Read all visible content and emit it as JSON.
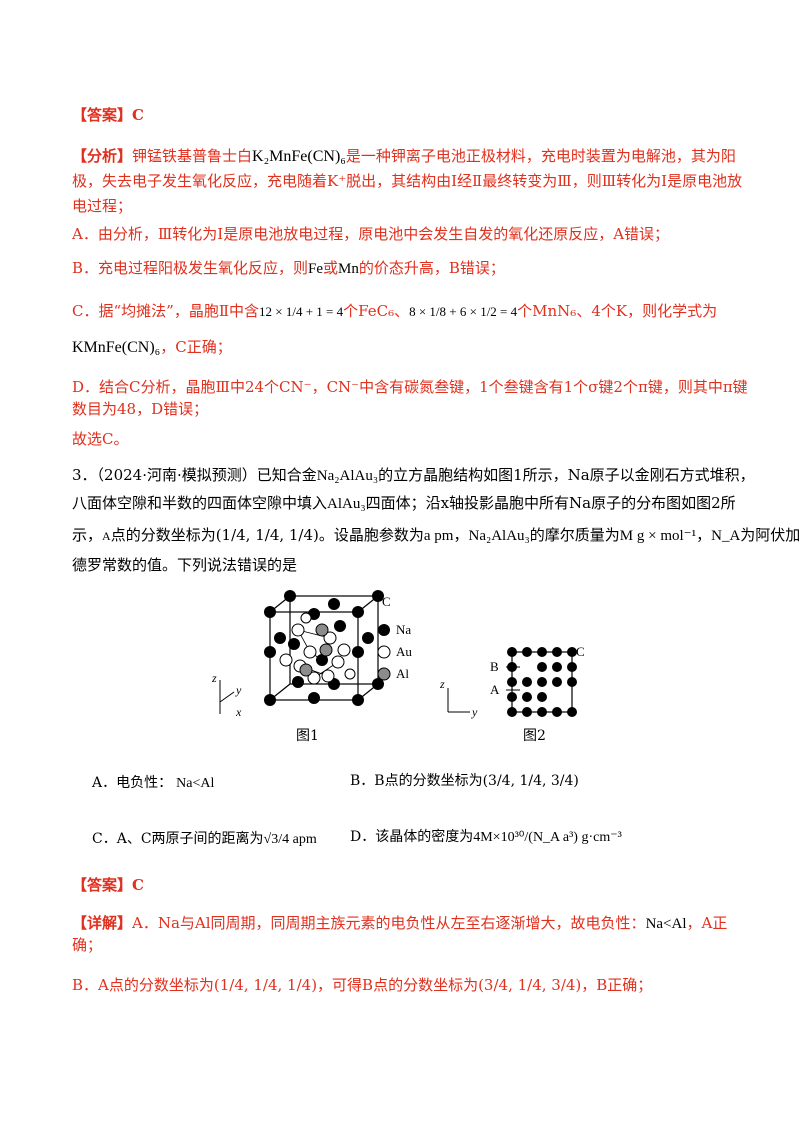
{
  "block1": {
    "answer_tag": "【答案】",
    "answer_value": "C",
    "analysis_tag": "【分析】",
    "analysis_l1_a": "钾锰铁基普鲁士白",
    "analysis_l1_formula": "K₂MnFe(CN)₆",
    "analysis_l1_b": "是一种钾离子电池正极材料，充电时装置为电解池，其为阳",
    "analysis_l2": "极，失去电子发生氧化反应，充电随着K⁺脱出，其结构由Ⅰ经Ⅱ最终转变为Ⅲ，则Ⅲ转化为Ⅰ是原电池放",
    "analysis_l3": "电过程；",
    "opt_a": "A．由分析，Ⅲ转化为Ⅰ是原电池放电过程，原电池中会发生自发的氧化还原反应，A错误；",
    "opt_b_a": "B．充电过程阳极发生氧化反应，则",
    "opt_b_fe": "Fe",
    "opt_b_or": "或",
    "opt_b_mn": "Mn",
    "opt_b_b": "的价态升高，B错误；",
    "opt_c_a": "C．据“均摊法”，晶胞Ⅱ中含",
    "opt_c_expr1": "12 × 1/4 + 1 = 4",
    "opt_c_b": "个FeC₆、",
    "opt_c_expr2": "8 × 1/8 + 6 × 1/2 = 4",
    "opt_c_c": "个MnN₆、4个K，则化学式为",
    "opt_c_formula": "KMnFe(CN)₆",
    "opt_c_d": "，C正确；",
    "opt_d_l1": "D．结合C分析，晶胞Ⅲ中24个CN⁻，CN⁻中含有碳氮叁键，1个叁键含有1个σ键2个π键，则其中π键",
    "opt_d_l2": "数目为48，D错误；",
    "conclusion": "故选C。"
  },
  "q3": {
    "l1_a": "3．（2024·河南·模拟预测）已知合金",
    "l1_formula": "Na₂AlAu₃",
    "l1_b": "的立方晶胞结构如图1所示，Na原子以金刚石方式堆积，",
    "l2_a": "八面体空隙和半数的四面体空隙中填入",
    "l2_formula": "AlAu₃",
    "l2_b": "四面体；沿x轴投影晶胞中所有Na原子的分布图如图2所",
    "l3_a": "示，",
    "l3_point": "A",
    "l3_b": "点的分数坐标为(1/4, 1/4, 1/4)。设晶胞参数为",
    "l3_apm": "a pm",
    "l3_c": "，",
    "l3_formula": "Na₂AlAu₃",
    "l3_d": "的摩尔质量为",
    "l3_M": "M g × mol⁻¹",
    "l3_e": "，",
    "l3_NA": "N_A",
    "l3_f": "为阿伏加",
    "l4": "德罗常数的值。下列说法错误的是",
    "fig1_caption": "图1",
    "fig2_caption": "图2",
    "legend_na": "Na",
    "legend_au": "Au",
    "legend_al": "Al",
    "label_c": "C",
    "label_b": "B",
    "label_a": "A",
    "axis_z": "z",
    "axis_y": "y",
    "axis_x": "x",
    "opt_a_text": "A．电负性：",
    "opt_a_val": "Na<Al",
    "opt_b_text": "B．B点的分数坐标为(3/4, 1/4, 3/4)",
    "opt_c_text": "C．A、C两原子间的距离为",
    "opt_c_val": "√3/4 apm",
    "opt_d_text": "D．该晶体的密度为",
    "opt_d_val": "4M×10³⁰/(N_A a³) g·cm⁻³",
    "answer_tag": "【答案】",
    "answer_value": "C",
    "detail_tag": "【详解】",
    "detail_l1_a": "A．Na与Al同周期，同周期主族元素的电负性从左至右逐渐增大，故电负性：",
    "detail_l1_val": "Na<Al",
    "detail_l1_b": "，A正",
    "detail_l2": "确；",
    "detail_b_a": "B．A点的分数坐标为(1/4, 1/4, 1/4)，可得B点的分数坐标为(3/4, 1/4, 3/4)，B正确；"
  }
}
